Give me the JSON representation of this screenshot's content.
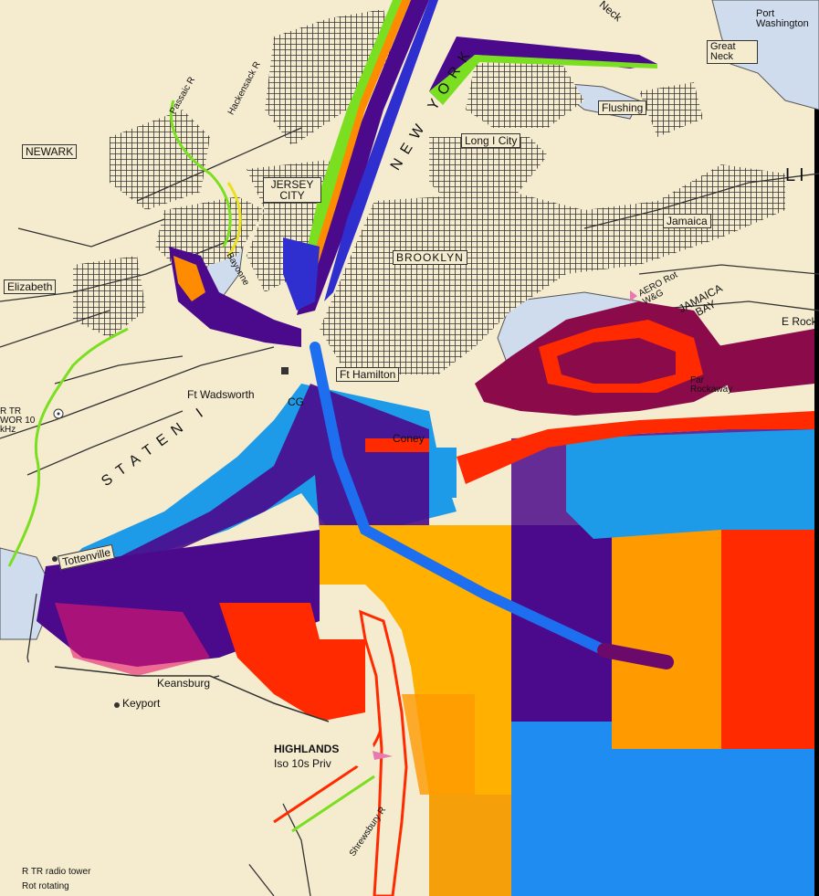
{
  "labels": {
    "port_washington": "Port Washington",
    "neck": "Neck",
    "great_neck": "Great Neck",
    "flushing": "Flushing",
    "long_i_city": "Long I City",
    "new_york": "NEW YORK",
    "newark": "NEWARK",
    "passaic_r": "Passaic R",
    "hackensack_r": "Hackensack R",
    "jersey_city": "JERSEY CITY",
    "jamaica": "Jamaica",
    "li": "LI",
    "brooklyn": "BROOKLYN",
    "elizabeth": "Elizabeth",
    "bayonne": "Bayonne",
    "aero": "AERO Rot W&G",
    "jamaica_bay": "JAMAICA BAY",
    "e_rock": "E Rock",
    "ft_hamilton": "Ft Hamilton",
    "ft_wadsworth": "Ft Wadsworth",
    "cg": "CG",
    "far_rockaway": "Far Rockaway",
    "r_tr_wor": "R TR WOR 10 kHz",
    "staten": "STATEN I",
    "coney": "Coney",
    "tottenville": "Tottenville",
    "keansburg": "Keansburg",
    "keyport": "Keyport",
    "highlands": "HIGHLANDS",
    "iso": "Iso 10s Priv",
    "shrewsbury_r": "Shrewsbury R",
    "legend_line1": "R TR radio tower",
    "legend_line2": "Rot rotating"
  },
  "colors": {
    "land": "#f5ebcf",
    "water": "#cfdcee",
    "grid": "#3a3a3a",
    "deep_purple": "#4b0a8c",
    "royal_blue": "#2f2fd0",
    "sky_blue": "#1e9be8",
    "light_blue": "#1e8cf0",
    "orange": "#f5a00a",
    "amber": "#ffb000",
    "red": "#ff2a00",
    "maroon": "#8a0a4a",
    "green": "#7adf20",
    "yellow": "#e8e020"
  }
}
